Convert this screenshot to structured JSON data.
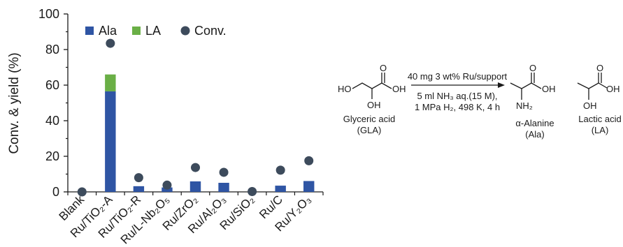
{
  "chart_data": {
    "type": "bar",
    "categories": [
      "Blank",
      "Ru/TiO₂-A",
      "Ru/TiO₂-R",
      "Ru/L-Nb₂O₅",
      "Ru/ZrO₂",
      "Ru/Al₂O₃",
      "Ru/SiO₂",
      "Ru/C",
      "Ru/Y₂O₃"
    ],
    "stacked": true,
    "series": [
      {
        "name": "Ala",
        "kind": "bar",
        "color": "#2f55a4",
        "values": [
          0,
          56.5,
          3.2,
          2.5,
          5.9,
          5.1,
          0,
          3.5,
          6.1
        ]
      },
      {
        "name": "LA",
        "kind": "bar",
        "color": "#6aaf46",
        "values": [
          0,
          9.5,
          0,
          0,
          0,
          0,
          0,
          0,
          0
        ]
      },
      {
        "name": "Conv.",
        "kind": "scatter",
        "color": "#3d4b5c",
        "values": [
          0,
          83.5,
          8.0,
          3.8,
          13.7,
          11.0,
          0.2,
          12.2,
          17.5
        ]
      }
    ],
    "ylabel": "Conv. & yield (%)",
    "ylim": [
      0,
      100
    ],
    "yticks": [
      0,
      20,
      40,
      60,
      80,
      100
    ],
    "legend": "top-left",
    "grid": false
  },
  "scheme": {
    "reactant_name": "Glyceric acid",
    "reactant_abbr": "(GLA)",
    "conditions_top": "40 mg 3 wt% Ru/support",
    "conditions_line1": "5 ml NH₃ aq.(15 M),",
    "conditions_line2": "1 MPa H₂, 498 K, 4 h",
    "product1_name": "α-Alanine",
    "product1_abbr": "(Ala)",
    "product2_name": "Lactic acid",
    "product2_abbr": "(LA)",
    "atoms": {
      "ho": "HO",
      "oh": "OH",
      "o": "O",
      "nh2": "NH₂"
    }
  }
}
